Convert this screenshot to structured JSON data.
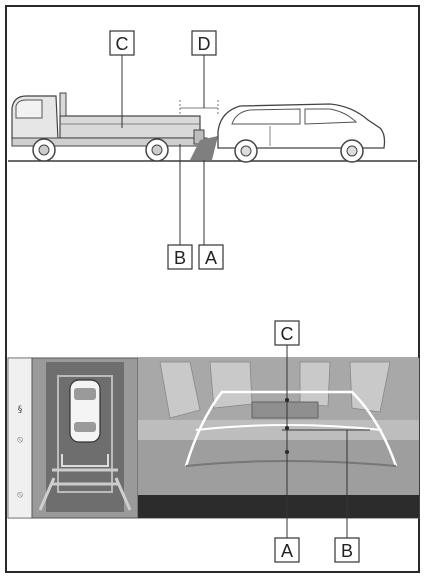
{
  "labels": {
    "top_c": "C",
    "top_d": "D",
    "top_b": "B",
    "top_a": "A",
    "bottom_c": "C",
    "bottom_a": "A",
    "bottom_b": "B"
  },
  "camera_panel": {
    "left_icon_top": "§",
    "left_icon_mid": "⦸",
    "left_icon_bottom": "⦸"
  },
  "colors": {
    "frame": "#2a2a2a",
    "vehicle_outline": "#444444",
    "truck_fill": "#d9d9d9",
    "projection_shadow": "#7f7f7f",
    "monitor_dark": "#2c2c2c",
    "monitor_mid": "#8a8a8a",
    "monitor_light": "#d0d0d0",
    "guide_white": "#ffffff"
  }
}
